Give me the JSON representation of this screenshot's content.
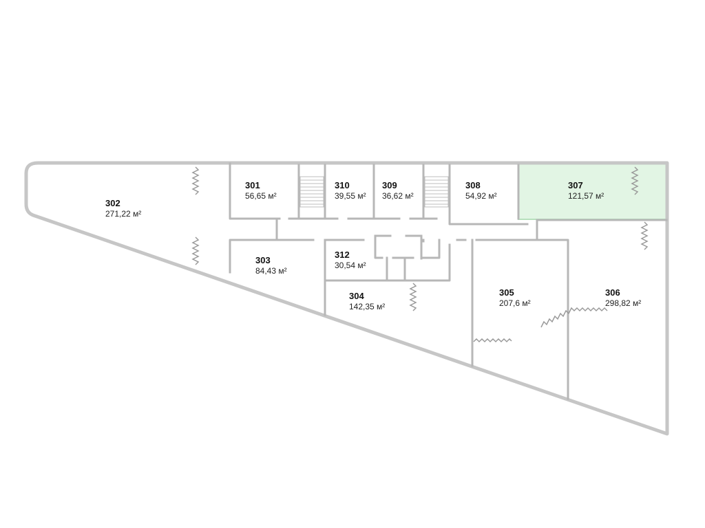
{
  "rooms": [
    {
      "id": "301",
      "area": "56,65 м²"
    },
    {
      "id": "302",
      "area": "271,22 м²"
    },
    {
      "id": "303",
      "area": "84,43 м²"
    },
    {
      "id": "304",
      "area": "142,35 м²"
    },
    {
      "id": "305",
      "area": "207,6 м²"
    },
    {
      "id": "306",
      "area": "298,82 м²"
    },
    {
      "id": "307",
      "area": "121,57 м²"
    },
    {
      "id": "308",
      "area": "54,92 м²"
    },
    {
      "id": "309",
      "area": "36,62 м²"
    },
    {
      "id": "310",
      "area": "39,55 м²"
    },
    {
      "id": "312",
      "area": "30,54 м²"
    }
  ],
  "selected_room": "307",
  "colors": {
    "selected_fill": "#e2f5e4",
    "wall": "#b7b7b7"
  }
}
